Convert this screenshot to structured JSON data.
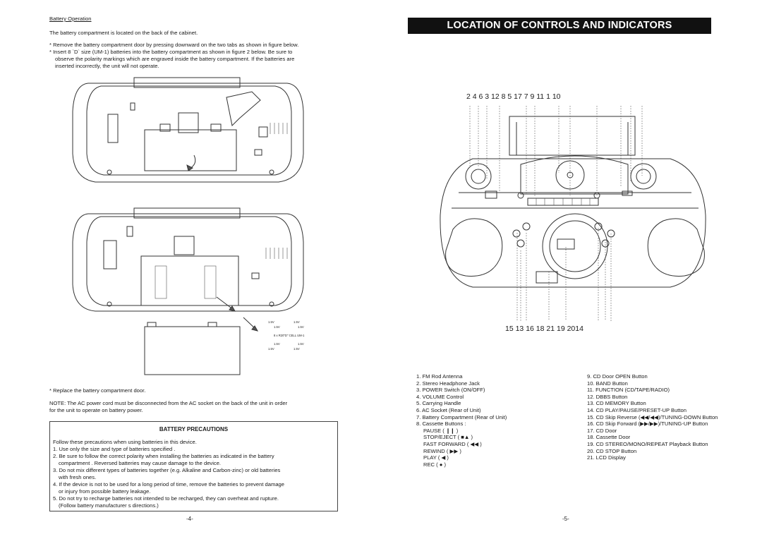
{
  "left_page": {
    "heading": "Battery Operation",
    "intro": "The battery compartment is located on the back of the cabinet.",
    "bullets": [
      "* Remove the battery compartment door by pressing downward on the two tabs as shown in figure below.",
      "* Insert 8 `D` size (UM-1) batteries into the battery compartment  as  shown in figure  2  below.  Be sure to",
      "observe the polarity markings which are engraved inside the battery compartment.  If the  batteries  are",
      "inserted incorrectly, the unit will not operate."
    ],
    "replace_note": "* Replace the battery compartment door.",
    "note_lines": [
      "NOTE: The AC power cord must be disconnected from the AC socket on the back of the unit in order",
      "for the unit to operate on battery power."
    ],
    "battery_labels": [
      "1.5V",
      "1.5V",
      "1.5V",
      "1.5V",
      "8 x R20\"D\" CELL UM-1",
      "1.5V",
      "1.5V",
      "1.5V",
      "1.5V"
    ],
    "precautions": {
      "title": "BATTERY  PRECAUTIONS",
      "lines": [
        "Follow these precautions when using batteries in this device.",
        "1. Use only the size and type of batteries specified .",
        "2. Be sure to follow the correct polarity when installing the batteries as indicated in the battery",
        "compartment .  Reversed batteries may cause damage to the device.",
        "3. Do not mix different types of batteries together (e.g. Alkaline and Carbon-zinc) or old batteries",
        "with fresh ones.",
        "4. If the device is not to be used for a long period of time, remove the batteries to prevent damage",
        "or injury from possible battery leakage.",
        "5. Do not try to recharge batteries not intended to be recharged, they can overheat and rupture.",
        "(Follow battery manufacturer s  directions.)"
      ]
    },
    "page_number": "-4-"
  },
  "right_page": {
    "title": "LOCATION OF CONTROLS AND INDICATORS",
    "top_callouts": "2  4  6   3      12  8   5     17   7          9          11  1  10",
    "bottom_callouts": "15  13  16      18    21        19  2014",
    "controls_left": [
      "1. FM Rod Antenna",
      "2. Stereo Headphone Jack",
      "3. POWER Switch  (ON/OFF)",
      "4. VOLUME Control",
      "5. Carrying Handle",
      "6. AC Socket (Rear of Unit)",
      "7. Battery Compartment (Rear of Unit)",
      "8. Cassette Buttons :",
      "PAUSE ( ❙❙ )",
      "STOP/EJECT ( ■▲ )",
      "FAST FORWARD ( ◀◀ )",
      "REWIND ( ▶▶ )",
      "PLAY ( ◀ )",
      "REC ( ● )"
    ],
    "controls_right": [
      "9.   CD Door OPEN Button",
      "10. BAND Button",
      "11. FUNCTION (CD/TAPE/RADIO)",
      "12. DBBS Button",
      "13. CD MEMORY Button",
      "14. CD PLAY/PAUSE/PRESET-UP Button",
      "15. CD Skip Reverse (◀◀/◀◀)/TUNING-DOWN Button",
      "16. CD Skip Forward (▶▶/▶▶)/TUNING-UP Button",
      "17. CD Door",
      "18. Cassette Door",
      "19. CD STEREO/MONO/REPEAT Playback Button",
      "20. CD STOP Button",
      "21. LCD Display"
    ],
    "page_number": "-5-"
  }
}
